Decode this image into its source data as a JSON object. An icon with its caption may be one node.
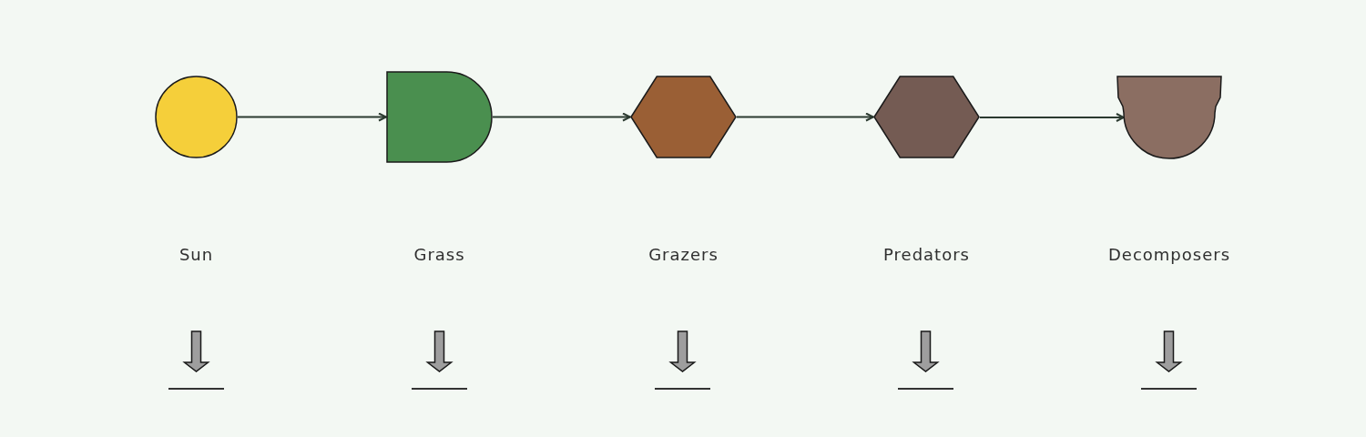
{
  "diagram": {
    "nodes": [
      {
        "text": [],
        "shape": "circle"
      },
      {
        "text": [],
        "shape": "delay"
      },
      {
        "text": [],
        "shape": "hexagon"
      },
      {
        "text": [],
        "shape": "hexagon"
      },
      {
        "text": [],
        "shape": "bowl"
      },
      {
        "text": [],
        "shape": "line"
      },
      {
        "text": [],
        "shape": "line"
      },
      {
        "text": [],
        "shape": "line"
      },
      {
        "text": [],
        "shape": "line"
      },
      {
        "text": [],
        "shape": "line"
      }
    ],
    "edges": [
      {
        "from": 0,
        "to": 1,
        "arrow": "to",
        "color": "#2b3a30"
      },
      {
        "from": 1,
        "to": 2,
        "arrow": "to",
        "color": "#2b3a30"
      },
      {
        "from": 2,
        "to": 3,
        "arrow": "to",
        "color": "#2b3a30"
      },
      {
        "from": 3,
        "to": 4,
        "arrow": "to",
        "color": "#2b3a30"
      },
      {
        "from": null,
        "to": 5,
        "arrow": "to",
        "style": "thick",
        "color": "#9e9e9e"
      },
      {
        "from": null,
        "to": 6,
        "arrow": "to",
        "style": "thick",
        "color": "#9e9e9e"
      },
      {
        "from": null,
        "to": 7,
        "arrow": "to",
        "style": "thick",
        "color": "#9e9e9e"
      },
      {
        "from": null,
        "to": 8,
        "arrow": "to",
        "style": "thick",
        "color": "#9e9e9e"
      },
      {
        "from": null,
        "to": 9,
        "arrow": "to",
        "style": "thick",
        "color": "#9e9e9e"
      }
    ],
    "labels": [
      "Sun",
      "Grass",
      "Grazers",
      "Predators",
      "Decomposers"
    ]
  }
}
